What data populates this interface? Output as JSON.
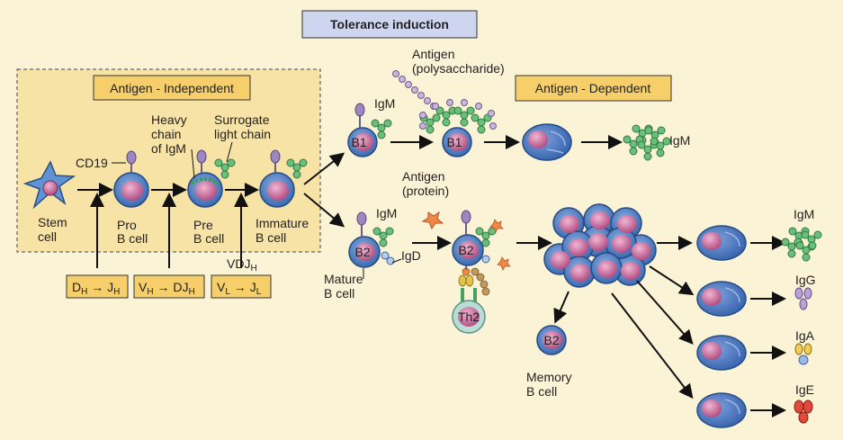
{
  "title": "Tolerance induction",
  "boxes": {
    "independent": "Antigen - Independent",
    "dependent": "Antigen - Dependent"
  },
  "stages": {
    "stem": [
      "Stem",
      "cell"
    ],
    "pro": [
      "Pro",
      "B cell"
    ],
    "pre": [
      "Pre",
      "B cell"
    ],
    "immature": [
      "Immature",
      "B cell"
    ],
    "mature": [
      "Mature",
      "B cell"
    ],
    "memory": [
      "Memory",
      "B cell"
    ]
  },
  "labels": {
    "cd19": "CD19",
    "heavy_chain": [
      "Heavy",
      "chain",
      "of IgM"
    ],
    "surrogate": [
      "Surrogate",
      "light chain"
    ],
    "antigen_poly": [
      "Antigen",
      "(polysaccharide)"
    ],
    "antigen_protein": [
      "Antigen",
      "(protein)"
    ],
    "igm": "IgM",
    "igd": "IgD",
    "igg": "IgG",
    "iga": "IgA",
    "ige": "IgE",
    "vdj": "VDJ",
    "vdj_sub": "H"
  },
  "cells": {
    "b1": "B1",
    "b2": "B2",
    "th2": "Th2"
  },
  "recomb": [
    {
      "a": "D",
      "a_sub": "H",
      "b": "J",
      "b_sub": "H"
    },
    {
      "a": "V",
      "a_sub": "H",
      "b": "DJ",
      "b_sub": "H"
    },
    {
      "a": "V",
      "a_sub": "L",
      "b": "J",
      "b_sub": "L"
    }
  ],
  "colors": {
    "background": "#fbf3d6",
    "panel": "#f8e3a6",
    "title_box": "#cdd6ee",
    "label_box": "#f6cf6a",
    "cell_outer": "#3f72b8",
    "nucleus": "#c05a8e",
    "plasma": "#4e78c2",
    "antibody_green": "#4aa061",
    "th2_fill": "#b9ddd4"
  }
}
